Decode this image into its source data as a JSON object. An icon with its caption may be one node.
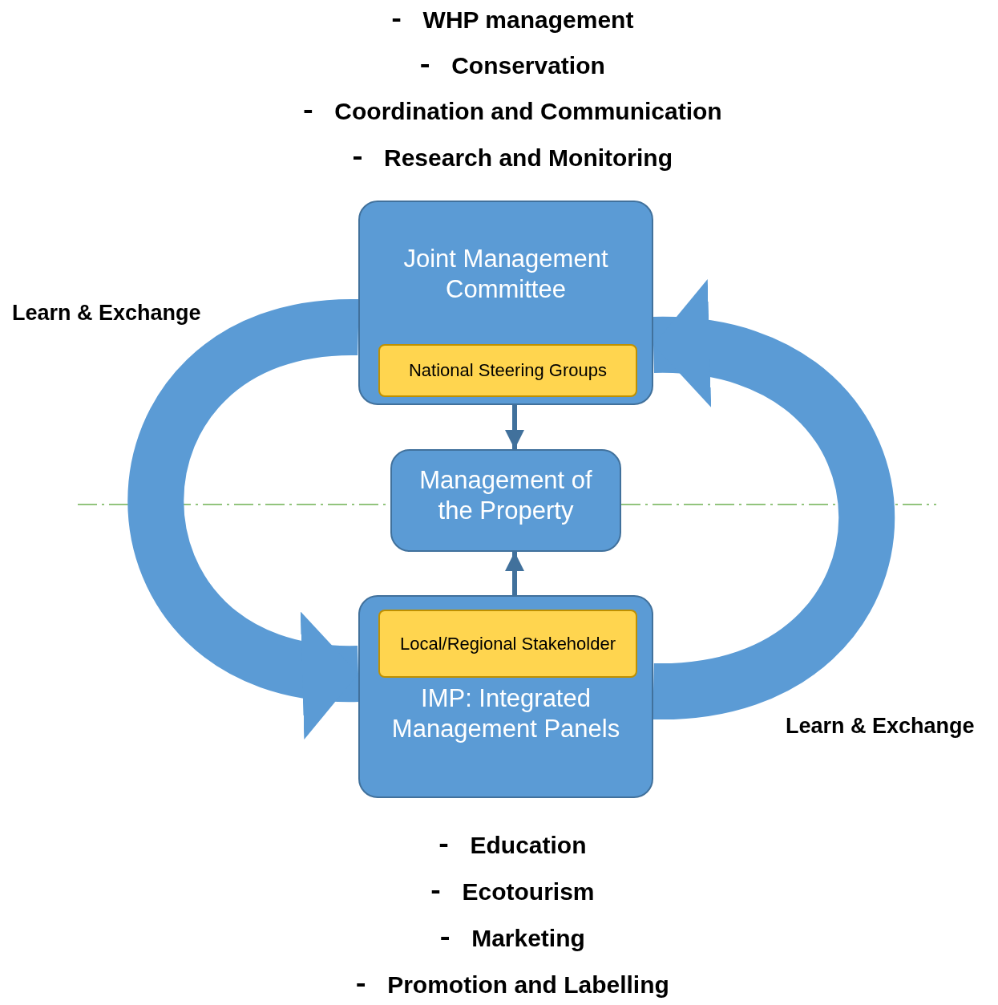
{
  "diagram": {
    "nodes": [
      {
        "text": [
          "Joint Management Committee"
        ]
      },
      {
        "text": [
          "National Steering Groups"
        ],
        "in": 0
      },
      {
        "text": [
          "Management of the Property"
        ]
      },
      {
        "text": [
          "IMP: Integrated Management Panels"
        ]
      },
      {
        "text": [
          "Local/Regional Stakeholder"
        ],
        "in": 3
      }
    ],
    "edges": [
      {
        "from": 0,
        "to": 2,
        "arrow": "to"
      },
      {
        "from": 3,
        "to": 2,
        "arrow": "to"
      },
      {
        "from": 0,
        "to": 3,
        "arrow": "to",
        "style": "thick",
        "label": "Learn & Exchange"
      },
      {
        "from": 3,
        "to": 0,
        "arrow": "to",
        "style": "thick",
        "label": "Learn & Exchange"
      }
    ],
    "labels": [
      "WHP management",
      "Conservation",
      "Coordination and Communication",
      "Research and Monitoring",
      "Education",
      "Ecotourism",
      "Marketing",
      "Promotion and Labelling"
    ]
  }
}
